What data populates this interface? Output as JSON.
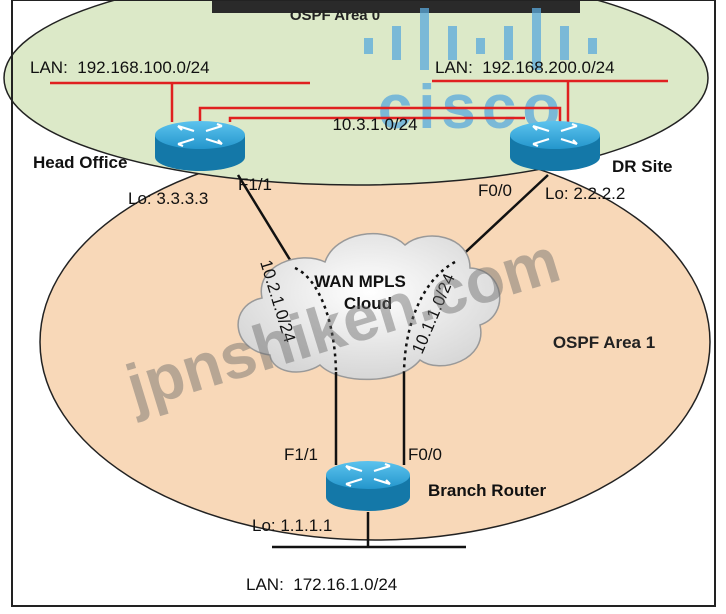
{
  "areas": {
    "area0": {
      "label": "OSPF Area 0",
      "fill": "#dce9c8"
    },
    "area1": {
      "label": "OSPF Area 1",
      "fill": "#f8d8b8"
    }
  },
  "cloud": {
    "line1": "WAN MPLS",
    "line2": "Cloud"
  },
  "links": {
    "backbone": "10.3.1.0/24",
    "head_to_cloud": "10.2.1.0/24",
    "dr_to_cloud": "10.1.1.0/24"
  },
  "lans": {
    "head": "LAN:  192.168.100.0/24",
    "dr": "LAN:  192.168.200.0/24",
    "branch": "LAN:  172.16.1.0/24"
  },
  "routers": {
    "head": {
      "name": "Head Office",
      "loopback": "Lo: 3.3.3.3",
      "interface": "F1/1"
    },
    "dr": {
      "name": "DR Site",
      "loopback": "Lo: 2.2.2.2",
      "interface": "F0/0"
    },
    "branch": {
      "name": "Branch Router",
      "loopback": "Lo: 1.1.1.1",
      "if_left": "F1/1",
      "if_right": "F0/0"
    }
  },
  "watermarks": {
    "brand": "cisco",
    "site": "jpnshiken.com"
  },
  "colors": {
    "lan_line": "#e02020",
    "router_fill": "#2aa3d8",
    "router_dark": "#1478a8",
    "cloud_fill": "#eeeeee",
    "frame": "#222222"
  }
}
